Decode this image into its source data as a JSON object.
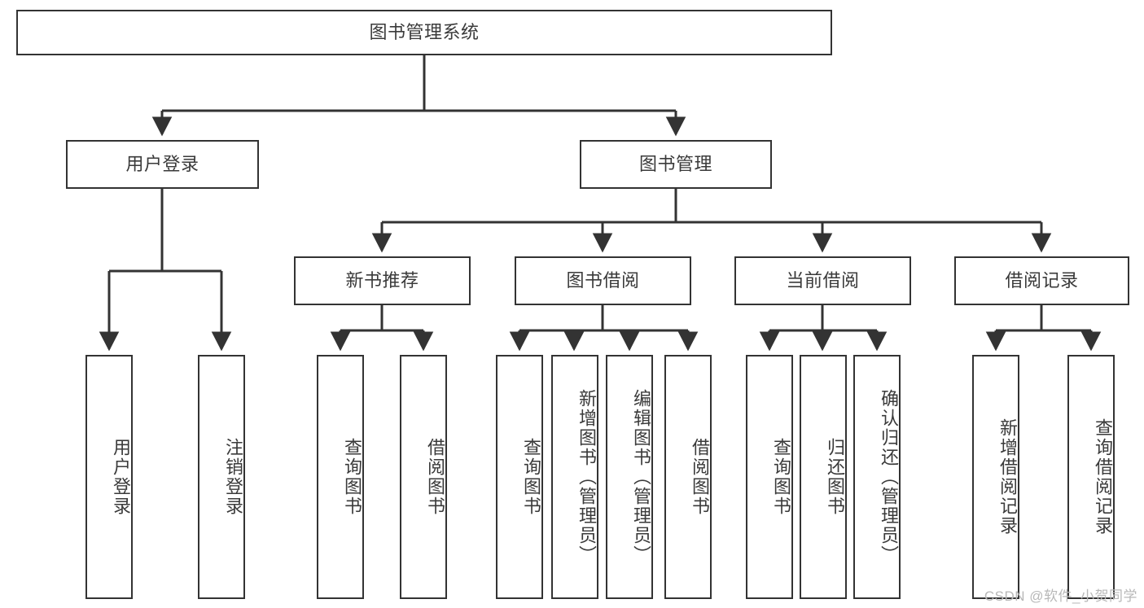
{
  "diagram": {
    "type": "tree",
    "title": "图书管理系统",
    "orientation": "top-down",
    "colors": {
      "box_border": "#333333",
      "box_fill": "#ffffff",
      "edge": "#333333",
      "text": "#3a3a3a",
      "watermark": "#b8b8b8"
    },
    "nodes": {
      "root": {
        "label": "图书管理系统",
        "orientation": "horizontal"
      },
      "level1": [
        {
          "id": "user-login",
          "label": "用户登录",
          "orientation": "horizontal"
        },
        {
          "id": "book-manage",
          "label": "图书管理",
          "orientation": "horizontal"
        }
      ],
      "level2": [
        {
          "id": "new-book-recommend",
          "label": "新书推荐",
          "orientation": "horizontal"
        },
        {
          "id": "book-borrow",
          "label": "图书借阅",
          "orientation": "horizontal"
        },
        {
          "id": "current-borrow",
          "label": "当前借阅",
          "orientation": "horizontal"
        },
        {
          "id": "borrow-record",
          "label": "借阅记录",
          "orientation": "horizontal"
        }
      ],
      "leaves": [
        {
          "id": "leaf-user-login",
          "parent": "user-login",
          "label": "用户登录",
          "orientation": "vertical"
        },
        {
          "id": "leaf-logout-login",
          "parent": "user-login",
          "label": "注销登录",
          "orientation": "vertical"
        },
        {
          "id": "leaf-query-book-1",
          "parent": "new-book-recommend",
          "label": "查询图书",
          "orientation": "vertical"
        },
        {
          "id": "leaf-borrow-book-1",
          "parent": "new-book-recommend",
          "label": "借阅图书",
          "orientation": "vertical"
        },
        {
          "id": "leaf-query-book-2",
          "parent": "book-borrow",
          "label": "查询图书",
          "orientation": "vertical"
        },
        {
          "id": "leaf-add-book-admin",
          "parent": "book-borrow",
          "label": "新增图书（管理员）",
          "orientation": "vertical"
        },
        {
          "id": "leaf-edit-book-admin",
          "parent": "book-borrow",
          "label": "编辑图书（管理员）",
          "orientation": "vertical"
        },
        {
          "id": "leaf-borrow-book-2",
          "parent": "book-borrow",
          "label": "借阅图书",
          "orientation": "vertical"
        },
        {
          "id": "leaf-query-book-3",
          "parent": "current-borrow",
          "label": "查询图书",
          "orientation": "vertical"
        },
        {
          "id": "leaf-return-book",
          "parent": "current-borrow",
          "label": "归还图书",
          "orientation": "vertical"
        },
        {
          "id": "leaf-confirm-return-admin",
          "parent": "current-borrow",
          "label": "确认归还（管理员）",
          "orientation": "vertical"
        },
        {
          "id": "leaf-add-borrow-record",
          "parent": "borrow-record",
          "label": "新增借阅记录",
          "orientation": "vertical"
        },
        {
          "id": "leaf-query-borrow-record",
          "parent": "borrow-record",
          "label": "查询借阅记录",
          "orientation": "vertical"
        }
      ]
    },
    "watermark": "CSDN @软件_小贺同学"
  }
}
